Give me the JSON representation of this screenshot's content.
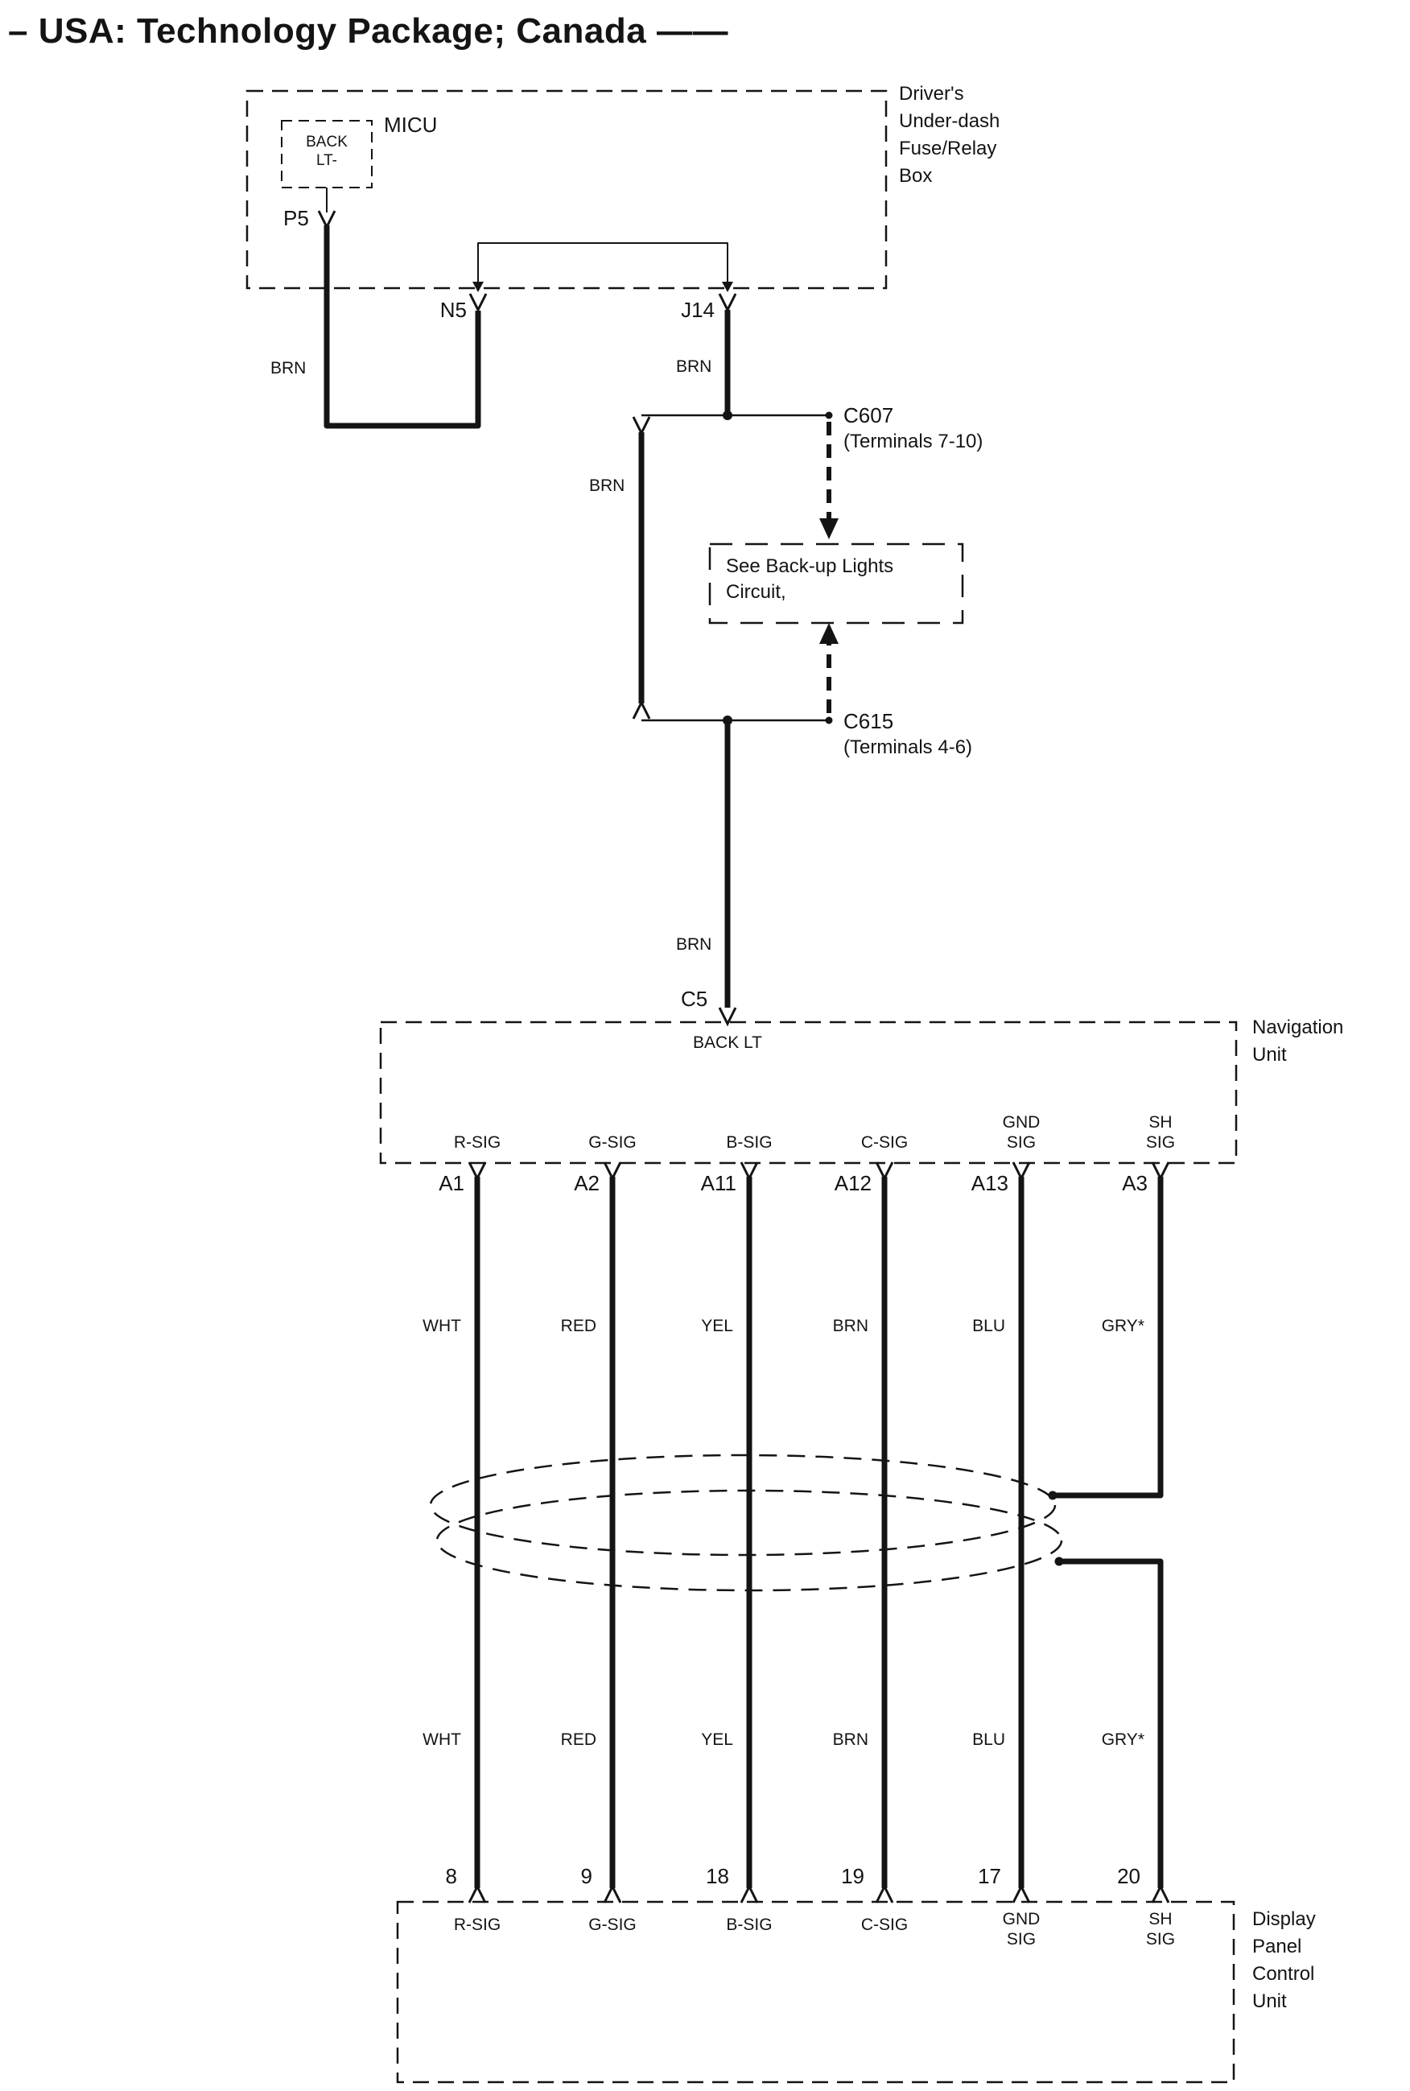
{
  "title": "– USA: Technology Package; Canada ——",
  "fuse_box": {
    "name_lines": [
      "Driver's",
      "Under-dash",
      "Fuse/Relay",
      "Box"
    ],
    "micu_label": "MICU",
    "back_lt_lines": [
      "BACK",
      "LT-"
    ],
    "pins": {
      "p5": "P5",
      "n5": "N5",
      "j14": "J14"
    }
  },
  "wire_color_brn": "BRN",
  "connectors": {
    "c607": "C607",
    "c607_note": "(Terminals 7-10)",
    "c615": "C615",
    "c615_note": "(Terminals 4-6)",
    "c5": "C5"
  },
  "backup_note_lines": [
    "See Back-up Lights",
    "Circuit,"
  ],
  "nav_unit": {
    "name_lines": [
      "Navigation",
      "Unit"
    ],
    "back_lt_label": "BACK LT"
  },
  "display_unit": {
    "name_lines": [
      "Display",
      "Panel",
      "Control",
      "Unit"
    ]
  },
  "columns": [
    {
      "signal_lines": [
        "R-SIG"
      ],
      "nav_pin": "A1",
      "color": "WHT",
      "disp_pin": "8"
    },
    {
      "signal_lines": [
        "G-SIG"
      ],
      "nav_pin": "A2",
      "color": "RED",
      "disp_pin": "9"
    },
    {
      "signal_lines": [
        "B-SIG"
      ],
      "nav_pin": "A11",
      "color": "YEL",
      "disp_pin": "18"
    },
    {
      "signal_lines": [
        "C-SIG"
      ],
      "nav_pin": "A12",
      "color": "BRN",
      "disp_pin": "19"
    },
    {
      "signal_lines": [
        "GND",
        "SIG"
      ],
      "nav_pin": "A13",
      "color": "BLU",
      "disp_pin": "17"
    },
    {
      "signal_lines": [
        "SH",
        "SIG"
      ],
      "nav_pin": "A3",
      "color": "GRY*",
      "disp_pin": "20"
    }
  ]
}
